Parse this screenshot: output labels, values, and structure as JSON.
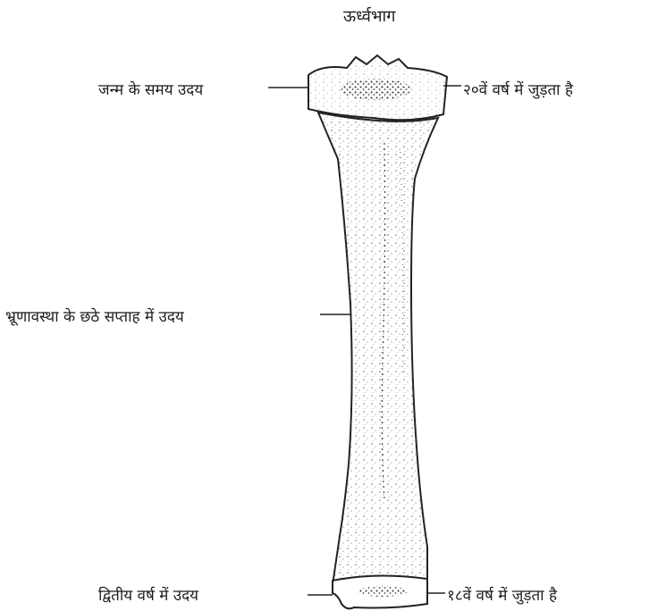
{
  "diagram": {
    "title": "ऊर्ध्वभाग",
    "labels": {
      "top_left": "जन्म के समय उदय",
      "top_right": "२०वें वर्ष में जुड़ता है",
      "middle_left": "भ्रूणावस्था के छठे सप्ताह में उदय",
      "bottom_left": "द्वितीय वर्ष में उदय",
      "bottom_right": "१८वें वर्ष में जुड़ता है"
    }
  }
}
